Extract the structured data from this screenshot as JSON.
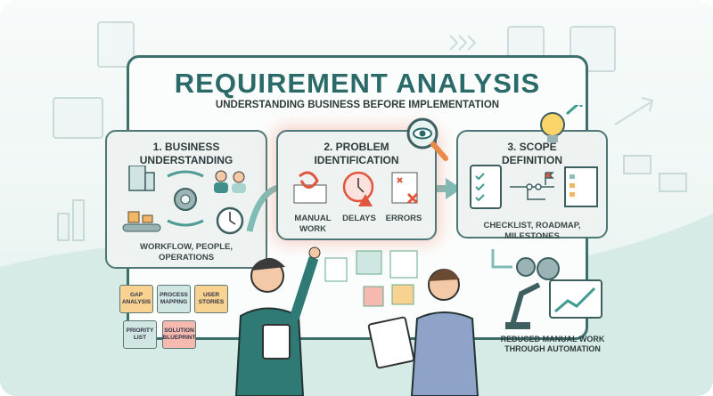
{
  "title": "REQUIREMENT ANALYSIS",
  "subtitle": "UNDERSTANDING BUSINESS BEFORE IMPLEMENTATION",
  "steps": [
    {
      "title_line1": "1. BUSINESS",
      "title_line2": "UNDERSTANDING",
      "caption_line1": "WORKFLOW, PEOPLE,",
      "caption_line2": "OPERATIONS"
    },
    {
      "title_line1": "2. PROBLEM",
      "title_line2": "IDENTIFICATION",
      "items": [
        "MANUAL WORK",
        "DELAYS",
        "ERRORS"
      ]
    },
    {
      "title_line1": "3. SCOPE",
      "title_line2": "DEFINITION",
      "caption": "CHECKLIST, ROADMAP, MILESTONES"
    }
  ],
  "sticky_notes": [
    "GAP ANALYSIS",
    "PROCESS MAPPING",
    "USER STORIES",
    "PRIORITY LIST",
    "SOLUTION BLUEPRINT"
  ],
  "outcome": "REDUCED MANUAL WORK THROUGH AUTOMATION",
  "colors": {
    "teal": "#2a6b69",
    "alert": "#e0563f",
    "note_yellow": "#f8d291",
    "note_teal": "#cfe6e3",
    "note_pink": "#f5b9b0"
  }
}
